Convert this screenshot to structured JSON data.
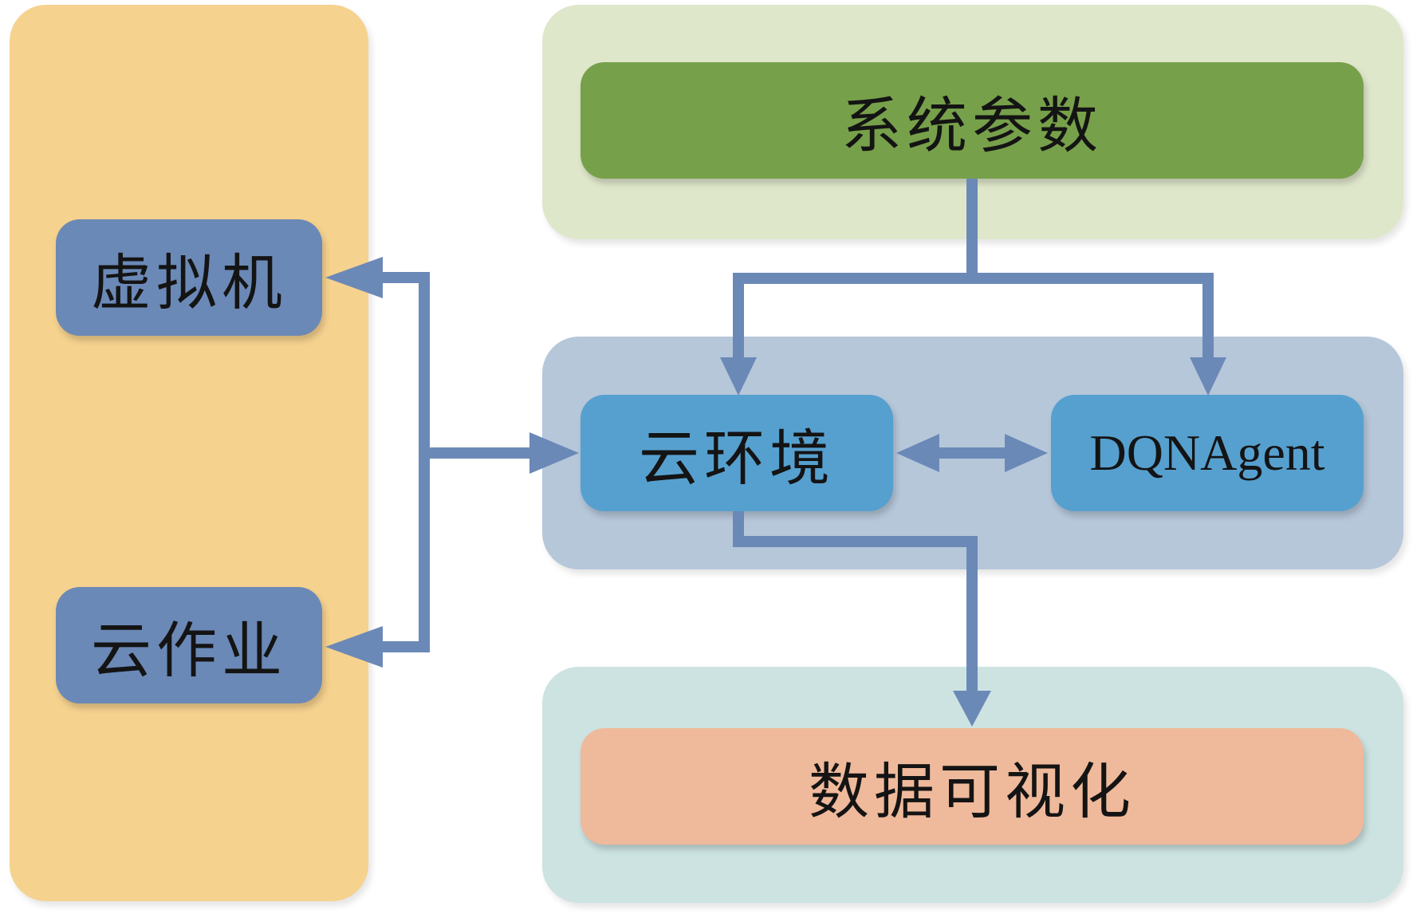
{
  "nodes": {
    "virtual_machine": "虚拟机",
    "cloud_job": "云作业",
    "system_params": "系统参数",
    "cloud_env": "云环境",
    "dqn_agent": "DQNAgent",
    "data_viz": "数据可视化"
  },
  "colors": {
    "left_panel": "#f6d28f",
    "top_panel": "#dfe7cb",
    "middle_panel": "#b6c7da",
    "bottom_panel": "#cce3e2",
    "vm_job_nodes": "#6b89b7",
    "params_node": "#77a04a",
    "env_agent_nodes": "#56a0cf",
    "viz_node": "#efb99b",
    "connector": "#6b89b7"
  }
}
